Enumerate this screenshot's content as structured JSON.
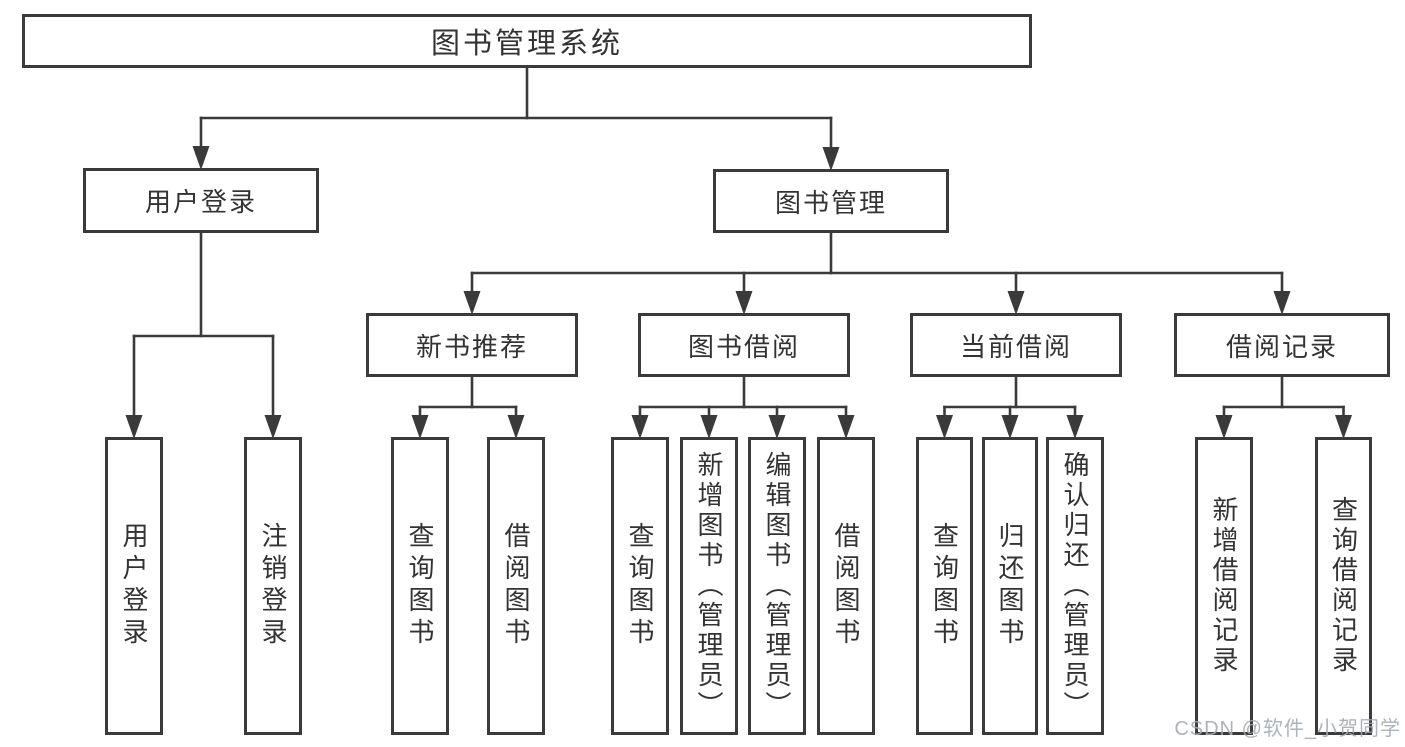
{
  "diagram": {
    "nodes": [
      {
        "id": "root",
        "label": "图书管理系统",
        "parent": null
      },
      {
        "id": "user-login",
        "label": "用户登录",
        "parent": "root"
      },
      {
        "id": "book-mgmt",
        "label": "图书管理",
        "parent": "root"
      },
      {
        "id": "login",
        "label": "用户登录",
        "parent": "user-login"
      },
      {
        "id": "logout",
        "label": "注销登录",
        "parent": "user-login"
      },
      {
        "id": "new-book-rec",
        "label": "新书推荐",
        "parent": "book-mgmt"
      },
      {
        "id": "book-borrow",
        "label": "图书借阅",
        "parent": "book-mgmt"
      },
      {
        "id": "current-borrow",
        "label": "当前借阅",
        "parent": "book-mgmt"
      },
      {
        "id": "borrow-records",
        "label": "借阅记录",
        "parent": "book-mgmt"
      },
      {
        "id": "query-book-1",
        "label": "查询图书",
        "parent": "new-book-rec"
      },
      {
        "id": "borrow-book-1",
        "label": "借阅图书",
        "parent": "new-book-rec"
      },
      {
        "id": "query-book-2",
        "label": "查询图书",
        "parent": "book-borrow"
      },
      {
        "id": "add-book",
        "label": "新增图书（管理员）",
        "parent": "book-borrow"
      },
      {
        "id": "edit-book",
        "label": "编辑图书（管理员）",
        "parent": "book-borrow"
      },
      {
        "id": "borrow-book-2",
        "label": "借阅图书",
        "parent": "book-borrow"
      },
      {
        "id": "query-book-3",
        "label": "查询图书",
        "parent": "current-borrow"
      },
      {
        "id": "return-book",
        "label": "归还图书",
        "parent": "current-borrow"
      },
      {
        "id": "confirm-return",
        "label": "确认归还（管理员）",
        "parent": "current-borrow"
      },
      {
        "id": "add-borrow-record",
        "label": "新增借阅记录",
        "parent": "borrow-records"
      },
      {
        "id": "query-borrow-record",
        "label": "查询借阅记录",
        "parent": "borrow-records"
      }
    ],
    "colors": {
      "line": "#3a3a3a",
      "box_border": "#3a3a3a",
      "box_background": "#ffffff",
      "text": "#333333",
      "page_background": "#ffffff",
      "watermark": "#a5abb3"
    }
  },
  "watermark": {
    "text": "CSDN @软件_小贺同学"
  }
}
